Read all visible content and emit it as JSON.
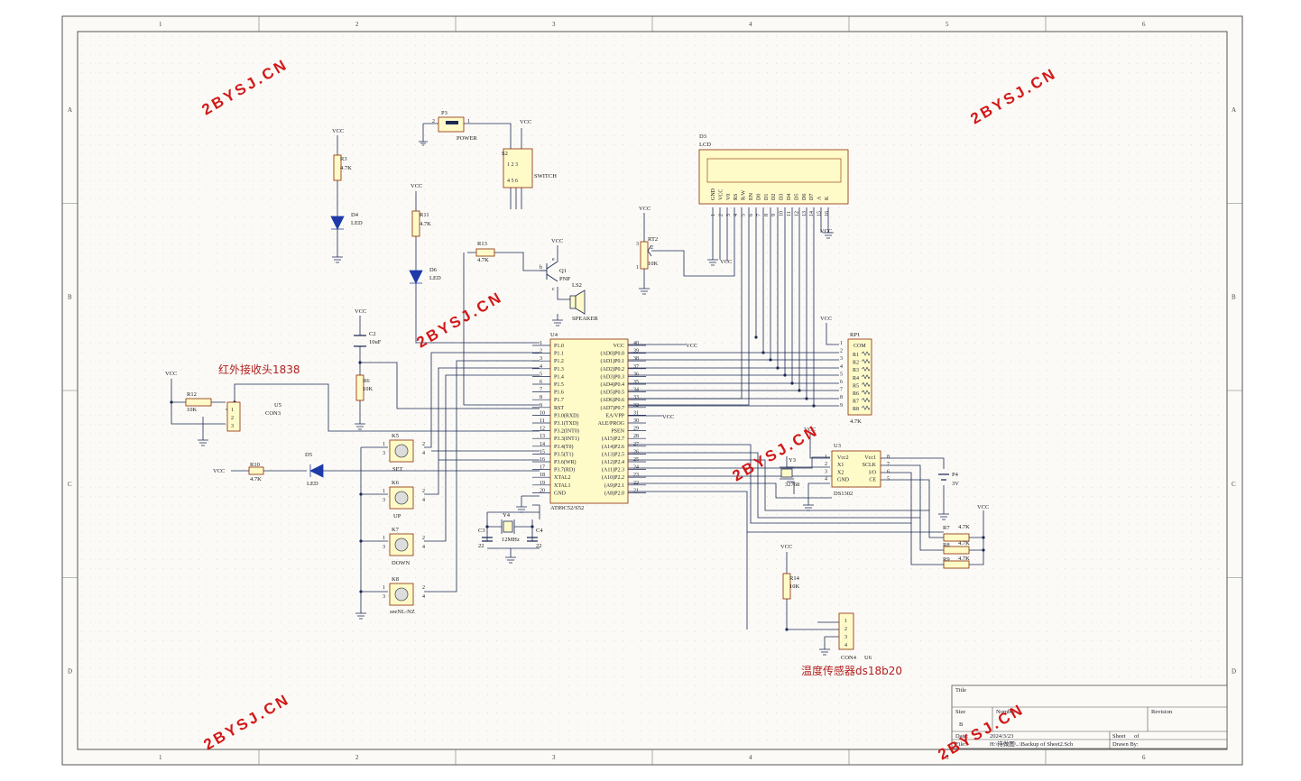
{
  "border": {
    "columns": [
      "1",
      "2",
      "3",
      "4",
      "5",
      "6"
    ],
    "rows": [
      "A",
      "B",
      "C",
      "D"
    ]
  },
  "watermark": "2BYSJ.CN",
  "labels": {
    "ir_receiver": "红外接收头1838",
    "temp_sensor": "温度传感器ds18b20"
  },
  "power": {
    "vcc": "VCC"
  },
  "mcu": {
    "designator": "U4",
    "part": "AT89C52/S52",
    "left_pins": [
      {
        "num": "1",
        "name": "P1.0"
      },
      {
        "num": "2",
        "name": "P1.1"
      },
      {
        "num": "3",
        "name": "P1.2"
      },
      {
        "num": "4",
        "name": "P1.3"
      },
      {
        "num": "5",
        "name": "P1.4"
      },
      {
        "num": "6",
        "name": "P1.5"
      },
      {
        "num": "7",
        "name": "P1.6"
      },
      {
        "num": "8",
        "name": "P1.7"
      },
      {
        "num": "9",
        "name": "RST"
      },
      {
        "num": "10",
        "name": "P3.0(RXD)"
      },
      {
        "num": "11",
        "name": "P3.1(TXD)"
      },
      {
        "num": "12",
        "name": "P3.2(INT0)"
      },
      {
        "num": "13",
        "name": "P3.3(INT1)"
      },
      {
        "num": "14",
        "name": "P3.4(T0)"
      },
      {
        "num": "15",
        "name": "P3.5(T1)"
      },
      {
        "num": "16",
        "name": "P3.6(WR)"
      },
      {
        "num": "17",
        "name": "P3.7(RD)"
      },
      {
        "num": "18",
        "name": "XTAL2"
      },
      {
        "num": "19",
        "name": "XTAL1"
      },
      {
        "num": "20",
        "name": "GND"
      }
    ],
    "right_pins": [
      {
        "num": "40",
        "name": "VCC"
      },
      {
        "num": "39",
        "name": "(AD0)P0.0"
      },
      {
        "num": "38",
        "name": "(AD1)P0.1"
      },
      {
        "num": "37",
        "name": "(AD2)P0.2"
      },
      {
        "num": "36",
        "name": "(AD3)P0.3"
      },
      {
        "num": "35",
        "name": "(AD4)P0.4"
      },
      {
        "num": "34",
        "name": "(AD5)P0.5"
      },
      {
        "num": "33",
        "name": "(AD6)P0.6"
      },
      {
        "num": "32",
        "name": "(AD7)P0.7"
      },
      {
        "num": "31",
        "name": "EA/VPP"
      },
      {
        "num": "30",
        "name": "ALE/PROG"
      },
      {
        "num": "29",
        "name": "PSEN"
      },
      {
        "num": "28",
        "name": "(A15)P2.7"
      },
      {
        "num": "27",
        "name": "(A14)P2.6"
      },
      {
        "num": "26",
        "name": "(A13)P2.5"
      },
      {
        "num": "25",
        "name": "(A12)P2.4"
      },
      {
        "num": "24",
        "name": "(A11)P2.3"
      },
      {
        "num": "23",
        "name": "(A10)P2.2"
      },
      {
        "num": "22",
        "name": "(A9)P2.1"
      },
      {
        "num": "21",
        "name": "(A8)P2.0"
      }
    ]
  },
  "lcd": {
    "designator": "D3",
    "part": "LCD",
    "pin_names": [
      "GND",
      "VCC",
      "V0",
      "RS",
      "R/W",
      "EN",
      "D0",
      "D1",
      "D2",
      "D3",
      "D4",
      "D5",
      "D6",
      "D7",
      "A",
      "K"
    ],
    "pin_nums": [
      "1",
      "2",
      "3",
      "4",
      "5",
      "6",
      "7",
      "8",
      "9",
      "10",
      "11",
      "12",
      "13",
      "14",
      "15",
      "16"
    ]
  },
  "rtc": {
    "designator": "U3",
    "part": "DS1302",
    "left_pins": [
      {
        "num": "1",
        "name": "Vcc2"
      },
      {
        "num": "2",
        "name": "X1"
      },
      {
        "num": "3",
        "name": "X2"
      },
      {
        "num": "4",
        "name": "GND"
      }
    ],
    "right_pins": [
      {
        "num": "8",
        "name": "Vcc1"
      },
      {
        "num": "7",
        "name": "SCLK"
      },
      {
        "num": "6",
        "name": "I/O"
      },
      {
        "num": "5",
        "name": "CE"
      }
    ]
  },
  "rpack": {
    "designator": "RP1",
    "value": "4.7K",
    "common": "COM",
    "pin_nums": [
      "1",
      "2",
      "3",
      "4",
      "5",
      "6",
      "7",
      "8",
      "9"
    ],
    "resistors": [
      "R1",
      "R2",
      "R3",
      "R4",
      "R5",
      "R6",
      "R7",
      "R8"
    ]
  },
  "components": {
    "p3": {
      "designator": "P3",
      "name": "POWER",
      "pin1": "1",
      "pin2": "2"
    },
    "s2": {
      "designator": "S2",
      "name": "SWITCH",
      "pins_a": "1 2 3",
      "pins_b": "4 5 6"
    },
    "r3": {
      "designator": "R3",
      "value": "4.7K"
    },
    "d4": {
      "designator": "D4",
      "value": "LED"
    },
    "r11": {
      "designator": "R11",
      "value": "4.7K"
    },
    "d6": {
      "designator": "D6",
      "value": "LED"
    },
    "r13": {
      "designator": "R13",
      "value": "4.7K"
    },
    "q1": {
      "designator": "Q1",
      "value": "PNP",
      "b": "b",
      "e": "e",
      "c": "c"
    },
    "ls2": {
      "designator": "LS2",
      "value": "SPEAKER"
    },
    "rt2": {
      "designator": "RT2",
      "value": "10K",
      "pin1": "1",
      "pin2": "2",
      "pin3": "3"
    },
    "c2": {
      "designator": "C2",
      "value": "10uF"
    },
    "r6": {
      "designator": "R6",
      "value": "10K"
    },
    "r12": {
      "designator": "R12",
      "value": "10K"
    },
    "u5": {
      "designator": "U5",
      "value": "CON3",
      "pins": [
        "1",
        "2",
        "3"
      ]
    },
    "r10": {
      "designator": "R10",
      "value": "4.7K"
    },
    "d5": {
      "designator": "D5",
      "value": "LED"
    },
    "k5": {
      "designator": "K5",
      "value": "SET"
    },
    "k6": {
      "designator": "K6",
      "value": "UP"
    },
    "k7": {
      "designator": "K7",
      "value": "DOWN"
    },
    "k8": {
      "designator": "K8",
      "value": "seeNL-NZ"
    },
    "key_pins": {
      "p1": "1",
      "p2": "2",
      "p3": "3",
      "p4": "4"
    },
    "c3": {
      "designator": "C3",
      "value": "22"
    },
    "c4": {
      "designator": "C4",
      "value": "22"
    },
    "y4": {
      "designator": "Y4",
      "value": "12MHz"
    },
    "y3": {
      "designator": "Y3",
      "value": "32768"
    },
    "p4": {
      "designator": "P4",
      "value": "3V"
    },
    "r7": {
      "designator": "R7",
      "value": "4.7K"
    },
    "r8": {
      "designator": "R8",
      "value": "4.7K"
    },
    "r9": {
      "designator": "R9",
      "value": "4.7K"
    },
    "r14": {
      "designator": "R14",
      "value": "10K"
    },
    "u6": {
      "designator": "U6",
      "value": "CON4",
      "pins": [
        "1",
        "2",
        "3",
        "4"
      ]
    }
  },
  "title_block": {
    "title": "Title",
    "size": "Size",
    "size_value": "B",
    "number": "Number",
    "revision": "Revision",
    "date_label": "Date:",
    "date": "2024/3/23",
    "file_label": "File:",
    "file": "H:\\待做图\\..\\Backup of Sheet2.Sch",
    "sheet": "Sheet",
    "of": "of",
    "drawn_by": "Drawn By:"
  }
}
